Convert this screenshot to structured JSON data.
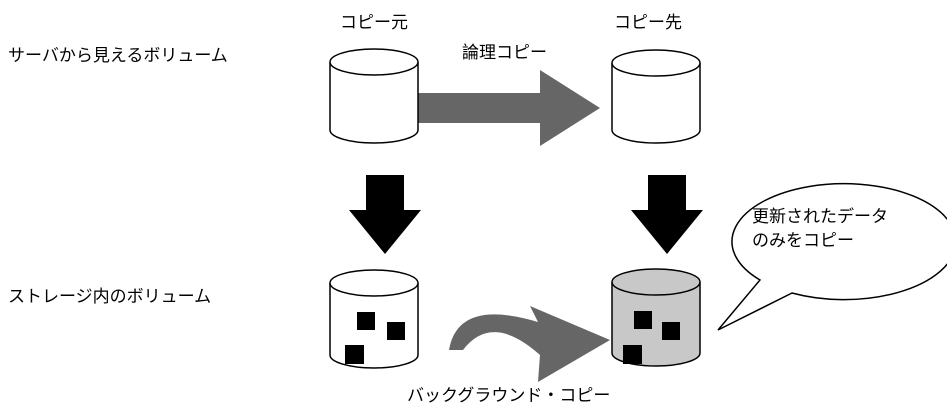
{
  "labels": {
    "server_volume": "サーバから見えるボリューム",
    "storage_volume": "ストレージ内のボリューム",
    "copy_source": "コピー元",
    "copy_destination": "コピー先",
    "logical_copy": "論理コピー",
    "background_copy": "バックグラウンド・コピー",
    "callout_line1": "更新されたデータ",
    "callout_line2": "のみをコピー"
  },
  "colors": {
    "arrow_gray": "#666666",
    "arrow_black": "#000000",
    "cylinder_fill": "#ffffff",
    "dest_storage_fill": "#c8c8c8",
    "stroke": "#000000"
  },
  "icons": {
    "data_block": "black-square"
  }
}
